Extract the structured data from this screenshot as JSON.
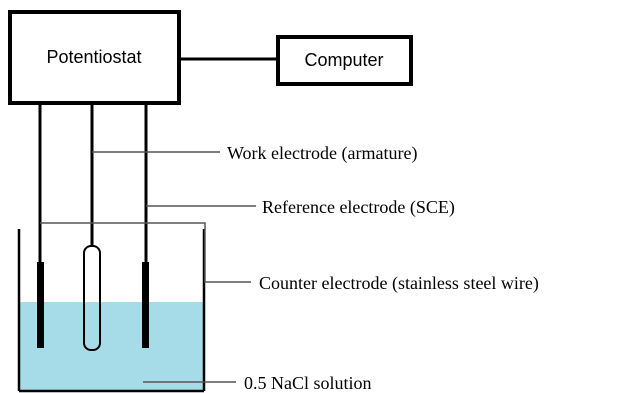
{
  "boxes": {
    "potentiostat": "Potentiostat",
    "computer": "Computer"
  },
  "labels": {
    "work_electrode": "Work electrode (armature)",
    "reference_electrode": "Reference electrode (SCE)",
    "counter_electrode": "Counter electrode (stainless steel wire)",
    "solution": "0.5 NaCl solution"
  },
  "colors": {
    "solution": "#a6dbe8",
    "line": "#000000",
    "leader": "#555555"
  }
}
